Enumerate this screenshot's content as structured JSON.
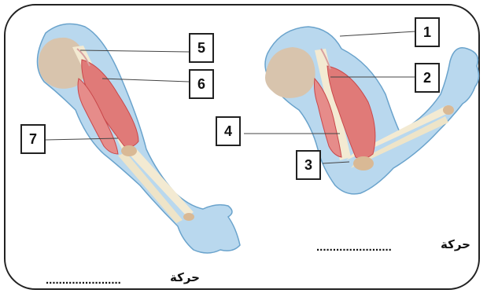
{
  "labels": [
    "1",
    "2",
    "3",
    "4",
    "5",
    "6",
    "7"
  ],
  "captions": {
    "bent_arm": "حركة",
    "straight_arm": "حركة",
    "blank": "......................."
  },
  "colors": {
    "skin": "#b9d8ee",
    "skin_outline": "#6aa3cc",
    "muscle": "#e07a78",
    "muscle_dark": "#c9474a",
    "bone": "#f3ead2",
    "joint": "#d9b995",
    "shoulder": "#d8c4ad"
  }
}
